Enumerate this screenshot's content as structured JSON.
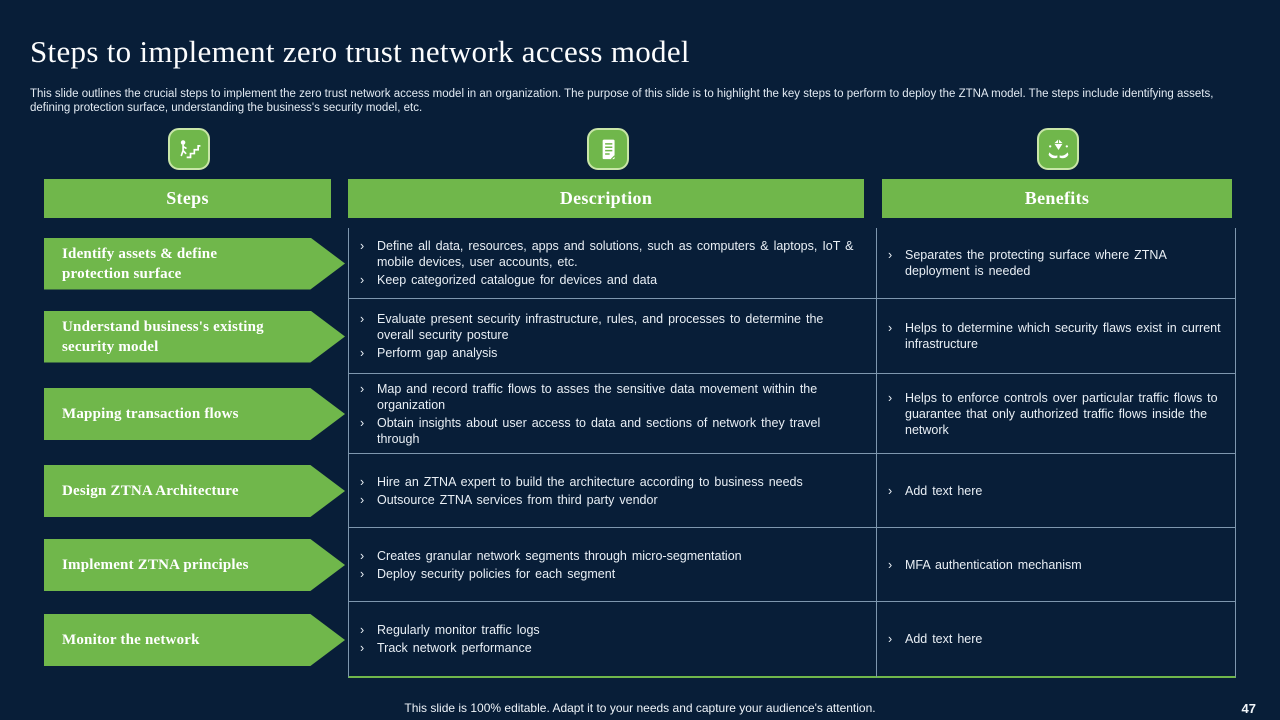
{
  "title": "Steps to implement zero trust network access model",
  "subtitle": "This slide outlines the crucial steps to implement the zero trust network access model in an organization. The purpose of this slide is to highlight the key steps to perform to deploy the ZTNA model. The steps include identifying assets, defining protection surface, understanding the business's security model, etc.",
  "bullet": "›",
  "columns": [
    {
      "header": "Steps",
      "icon": "person-climbing-stairs-icon"
    },
    {
      "header": "Description",
      "icon": "document-checklist-icon"
    },
    {
      "header": "Benefits",
      "icon": "hands-holding-diamond-icon"
    }
  ],
  "rows": [
    {
      "step": "Identify assets & define protection surface",
      "description": [
        "Define all data, resources, apps and solutions, such as computers & laptops, IoT & mobile devices, user accounts, etc.",
        "Keep categorized catalogue for devices and data"
      ],
      "benefit": "Separates the protecting surface where  ZTNA deployment is needed"
    },
    {
      "step": "Understand business's existing security model",
      "description": [
        "Evaluate present security infrastructure, rules, and processes to determine the overall security posture",
        "Perform gap analysis"
      ],
      "benefit": "Helps to determine which security flaws exist in current infrastructure"
    },
    {
      "step": "Mapping transaction flows",
      "description": [
        "Map and record traffic flows to asses the sensitive data movement within the organization",
        "Obtain insights about user access to data and sections of network they travel through"
      ],
      "benefit": "Helps to enforce controls over particular traffic flows to guarantee that only authorized traffic flows inside the network"
    },
    {
      "step": "Design ZTNA Architecture",
      "description": [
        "Hire an ZTNA expert to build the architecture according to business needs",
        "Outsource ZTNA services from third party vendor"
      ],
      "benefit": "Add text here"
    },
    {
      "step": "Implement ZTNA principles",
      "description": [
        "Creates granular network segments through micro-segmentation",
        "Deploy security policies for each segment"
      ],
      "benefit": "MFA authentication mechanism"
    },
    {
      "step": "Monitor the network",
      "description": [
        "Regularly monitor traffic logs",
        "Track network performance"
      ],
      "benefit": "Add text here"
    }
  ],
  "footer": {
    "note": "This slide is 100% editable. Adapt it to your needs and capture your audience's attention.",
    "page_number": "47"
  },
  "colors": {
    "background_navy": "#081E38",
    "accent_green": "#70B74B",
    "icon_border_green": "#C9E6A8",
    "divider_gray": "#A6C0D6",
    "text_light": "#E9EFF5"
  }
}
